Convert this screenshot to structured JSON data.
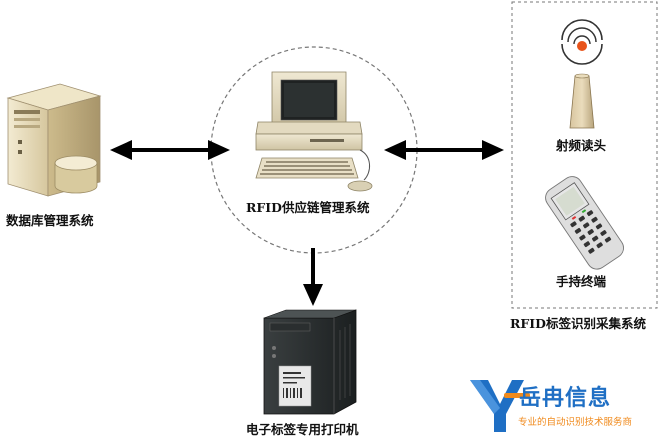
{
  "nodes": {
    "database": {
      "label": "数据库管理系统"
    },
    "scm": {
      "label": "RFID供应链管理系统"
    },
    "reader": {
      "label": "射频读头"
    },
    "handheld": {
      "label": "手持终端"
    },
    "collection_system": {
      "label": "RFID标签识别采集系统"
    },
    "printer": {
      "label": "电子标签专用打印机"
    }
  },
  "brand": {
    "name": "岳冉信息",
    "tagline": "专业的自动识别技术服务商"
  },
  "colors": {
    "logo_blue": "#1f6fc4",
    "logo_orange": "#f08a1c",
    "arrow": "#000000",
    "dashed": "#777777"
  }
}
